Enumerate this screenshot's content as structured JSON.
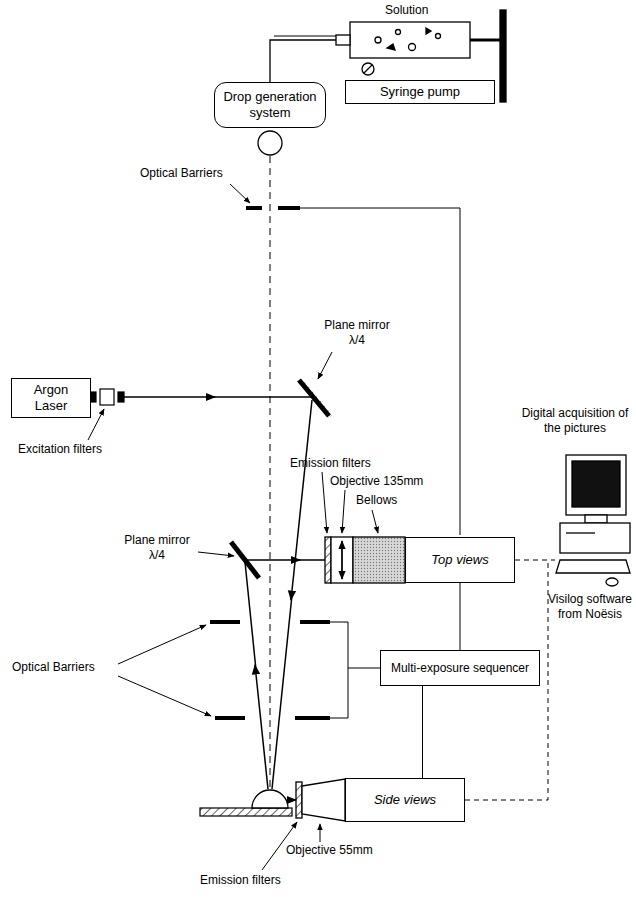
{
  "diagram": {
    "nodes": [
      {
        "text": [
          "Drop generation system"
        ]
      },
      {
        "text": [
          "Syringe pump"
        ]
      },
      {
        "text": [
          "Argon Laser"
        ]
      },
      {
        "text": [
          "Top views"
        ]
      },
      {
        "text": [
          "Multi-exposure sequencer"
        ]
      },
      {
        "text": [
          "Side views"
        ]
      }
    ],
    "edges": [
      {
        "from": 3,
        "to": 4,
        "arrow": "none"
      },
      {
        "from": 4,
        "to": 5,
        "arrow": "none"
      }
    ],
    "labels": [
      "Solution",
      "Optical Barriers",
      "Plane mirror λ/4",
      "Excitation filters",
      "Plane mirror λ/4",
      "Emission filters",
      "Objective 135mm",
      "Bellows",
      "Optical Barriers",
      "Objective 55mm",
      "Emission filters",
      "Digital acquisition of the pictures",
      "Visilog software from Noësis"
    ]
  }
}
